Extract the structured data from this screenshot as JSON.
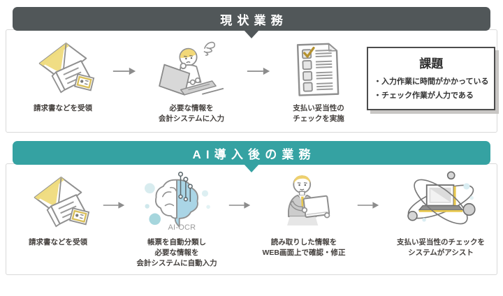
{
  "current_section": {
    "title": "現状業務",
    "header_color": "#515759",
    "steps": [
      {
        "icon": "invoice-documents",
        "caption_lines": [
          "請求書などを受領"
        ]
      },
      {
        "icon": "person-typing-laptop",
        "caption_lines": [
          "必要な情報を",
          "会計システムに入力"
        ]
      },
      {
        "icon": "checklist",
        "caption_lines": [
          "支払い妥当性の",
          "チェックを実施"
        ]
      }
    ],
    "issues_box": {
      "title": "課題",
      "items": [
        "・入力作業に時間がかかっている",
        "・チェック作業が人力である"
      ]
    }
  },
  "ai_section": {
    "title": "AI導入後の業務",
    "header_color": "#35a2a2",
    "ai_ocr_label": "AI-OCR",
    "steps": [
      {
        "icon": "invoice-documents",
        "caption_lines": [
          "請求書などを受領"
        ]
      },
      {
        "icon": "ai-ocr-brain",
        "caption_lines": [
          "帳票を自動分類し",
          "必要な情報を",
          "会計システムに自動入力"
        ]
      },
      {
        "icon": "businessman-laptop",
        "caption_lines": [
          "読み取りした情報を",
          "WEB画面上で確認・修正"
        ]
      },
      {
        "icon": "system-assist-laptop",
        "caption_lines": [
          "支払い妥当性のチェックを",
          "システムがアシスト"
        ]
      }
    ]
  },
  "colors": {
    "dark_header": "#515759",
    "teal_header": "#35a2a2",
    "accent_yellow": "#efdc80",
    "ai_light_blue": "#aad5e6",
    "outline_gray": "#8f8f8f",
    "panel_border": "#d9d9d9",
    "issue_shadow": "#c8c6c4"
  }
}
